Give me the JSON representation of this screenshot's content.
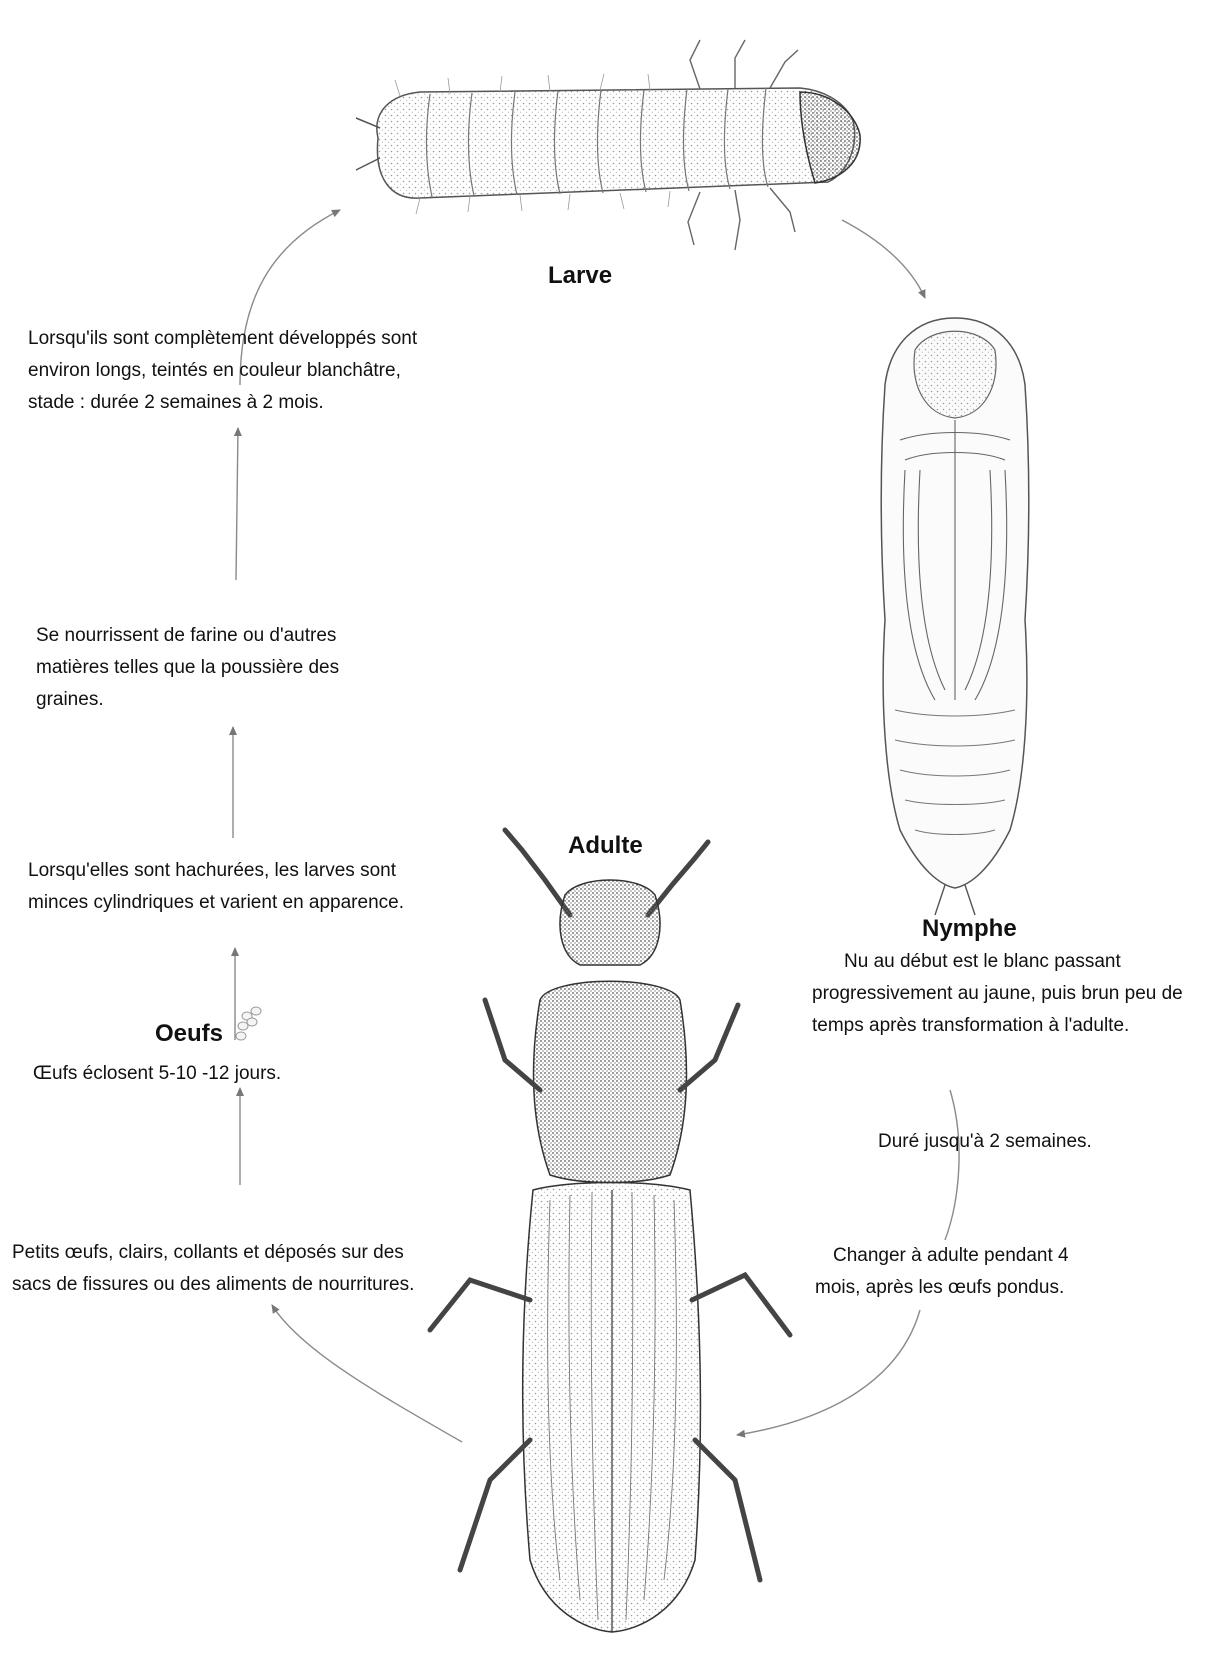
{
  "stages": {
    "larva": {
      "label": "Larve"
    },
    "pupa": {
      "label": "Nymphe"
    },
    "adult": {
      "label": "Adulte"
    },
    "eggs": {
      "label": "Oeufs"
    }
  },
  "notes": {
    "larva_description": [
      "Lorsqu'ils sont complètement développés sont",
      "environ longs, teintés en couleur blanchâtre,",
      "stade : durée 2 semaines à 2 mois."
    ],
    "larva_feeding": [
      "Se nourrissent de farine ou d'autres",
      "matières telles que la poussière des",
      "graines."
    ],
    "larva_hatch": [
      "Lorsqu'elles sont hachurées, les larves sont",
      "minces cylindriques et varient en apparence."
    ],
    "eggs_hatch": "Œufs éclosent 5-10 -12 jours.",
    "eggs_description": [
      "Petits œufs, clairs, collants et déposés sur des",
      "sacs de fissures ou des aliments de nourritures."
    ],
    "pupa_description": [
      "Nu au début est le blanc passant",
      "progressivement au jaune, puis brun peu de",
      "temps après transformation à l'adulte."
    ],
    "pupa_duration": "Duré jusqu'à 2 semaines.",
    "adult_description": [
      "Changer à adulte pendant 4",
      "mois, après les œufs pondus."
    ]
  },
  "icons": [
    "larva-illustration",
    "pupa-illustration",
    "adult-beetle-illustration",
    "eggs-icon",
    "arrow-icon"
  ],
  "colors": {
    "text": "#111111",
    "arrows": "#8a8a8a",
    "drawing": "#555555"
  }
}
